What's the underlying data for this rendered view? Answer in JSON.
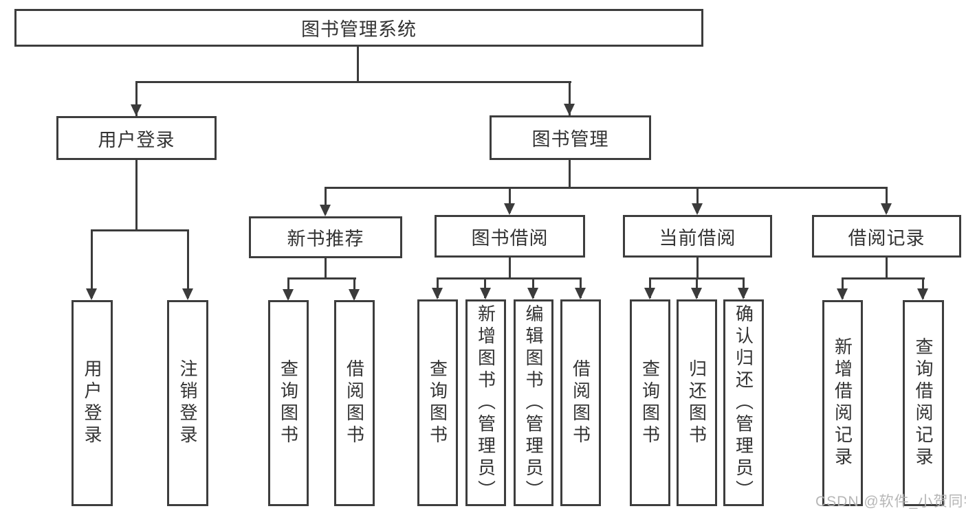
{
  "diagram": {
    "type": "hierarchy-tree",
    "root": {
      "label": "图书管理系统"
    },
    "level2": [
      {
        "label": "用户登录",
        "parent": "图书管理系统"
      },
      {
        "label": "图书管理",
        "parent": "图书管理系统"
      }
    ],
    "level3": [
      {
        "label": "新书推荐",
        "parent": "图书管理"
      },
      {
        "label": "图书借阅",
        "parent": "图书管理"
      },
      {
        "label": "当前借阅",
        "parent": "图书管理"
      },
      {
        "label": "借阅记录",
        "parent": "图书管理"
      }
    ],
    "leaves": [
      {
        "label": "用户登录",
        "parent": "用户登录"
      },
      {
        "label": "注销登录",
        "parent": "用户登录"
      },
      {
        "label": "查询图书",
        "parent": "新书推荐"
      },
      {
        "label": "借阅图书",
        "parent": "新书推荐"
      },
      {
        "label": "查询图书",
        "parent": "图书借阅"
      },
      {
        "label": "新增图书（管理员）",
        "parent": "图书借阅"
      },
      {
        "label": "编辑图书（管理员）",
        "parent": "图书借阅"
      },
      {
        "label": "借阅图书",
        "parent": "图书借阅"
      },
      {
        "label": "查询图书",
        "parent": "当前借阅"
      },
      {
        "label": "归还图书",
        "parent": "当前借阅"
      },
      {
        "label": "确认归还（管理员）",
        "parent": "当前借阅"
      },
      {
        "label": "新增借阅记录",
        "parent": "借阅记录"
      },
      {
        "label": "查询借阅记录",
        "parent": "借阅记录"
      }
    ],
    "watermark": "CSDN @软件_小贺同学",
    "colors": {
      "line": "#3b3b3b",
      "border": "#3d3d3d",
      "text": "#333333",
      "background": "#ffffff",
      "watermark": "#b0b0b0"
    }
  }
}
